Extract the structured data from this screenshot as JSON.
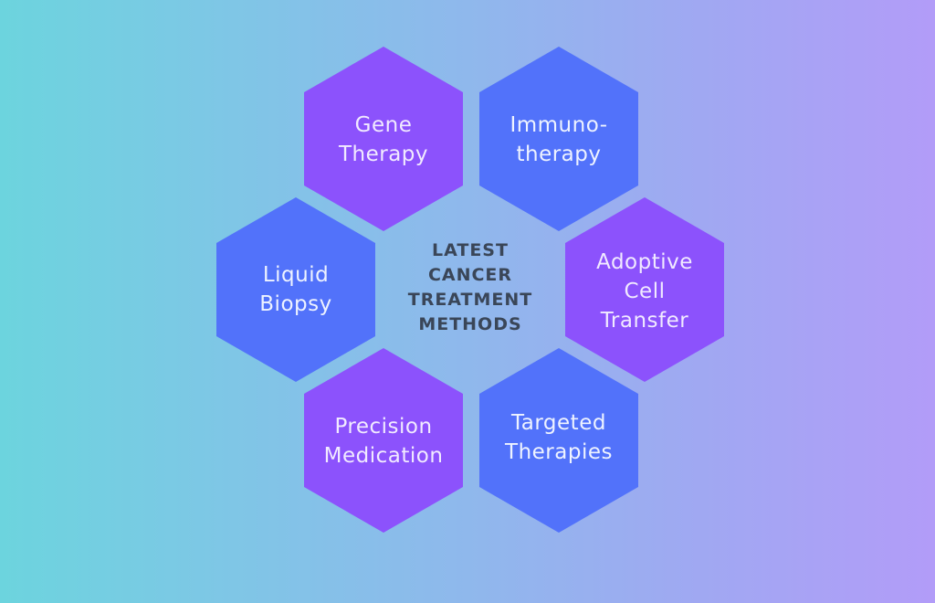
{
  "title": {
    "lines": [
      "LATEST",
      "CANCER",
      "TREATMENT",
      "METHODS"
    ],
    "color": "#3a4658"
  },
  "colors": {
    "background_left": "#6cd4de",
    "background_right": "#b29cf8",
    "purple_hex": "#8c52fc",
    "blue_hex": "#5272fa"
  },
  "hexagons": [
    {
      "id": "gene-therapy",
      "lines": [
        "Gene",
        "Therapy"
      ],
      "fill": "purple"
    },
    {
      "id": "immunotherapy",
      "lines": [
        "Immuno-",
        "therapy"
      ],
      "fill": "blue"
    },
    {
      "id": "liquid-biopsy",
      "lines": [
        "Liquid",
        "Biopsy"
      ],
      "fill": "blue"
    },
    {
      "id": "adoptive-cell-transfer",
      "lines": [
        "Adoptive",
        "Cell",
        "Transfer"
      ],
      "fill": "purple"
    },
    {
      "id": "precision-medication",
      "lines": [
        "Precision",
        "Medication"
      ],
      "fill": "purple"
    },
    {
      "id": "targeted-therapies",
      "lines": [
        "Targeted",
        "Therapies"
      ],
      "fill": "blue"
    }
  ]
}
